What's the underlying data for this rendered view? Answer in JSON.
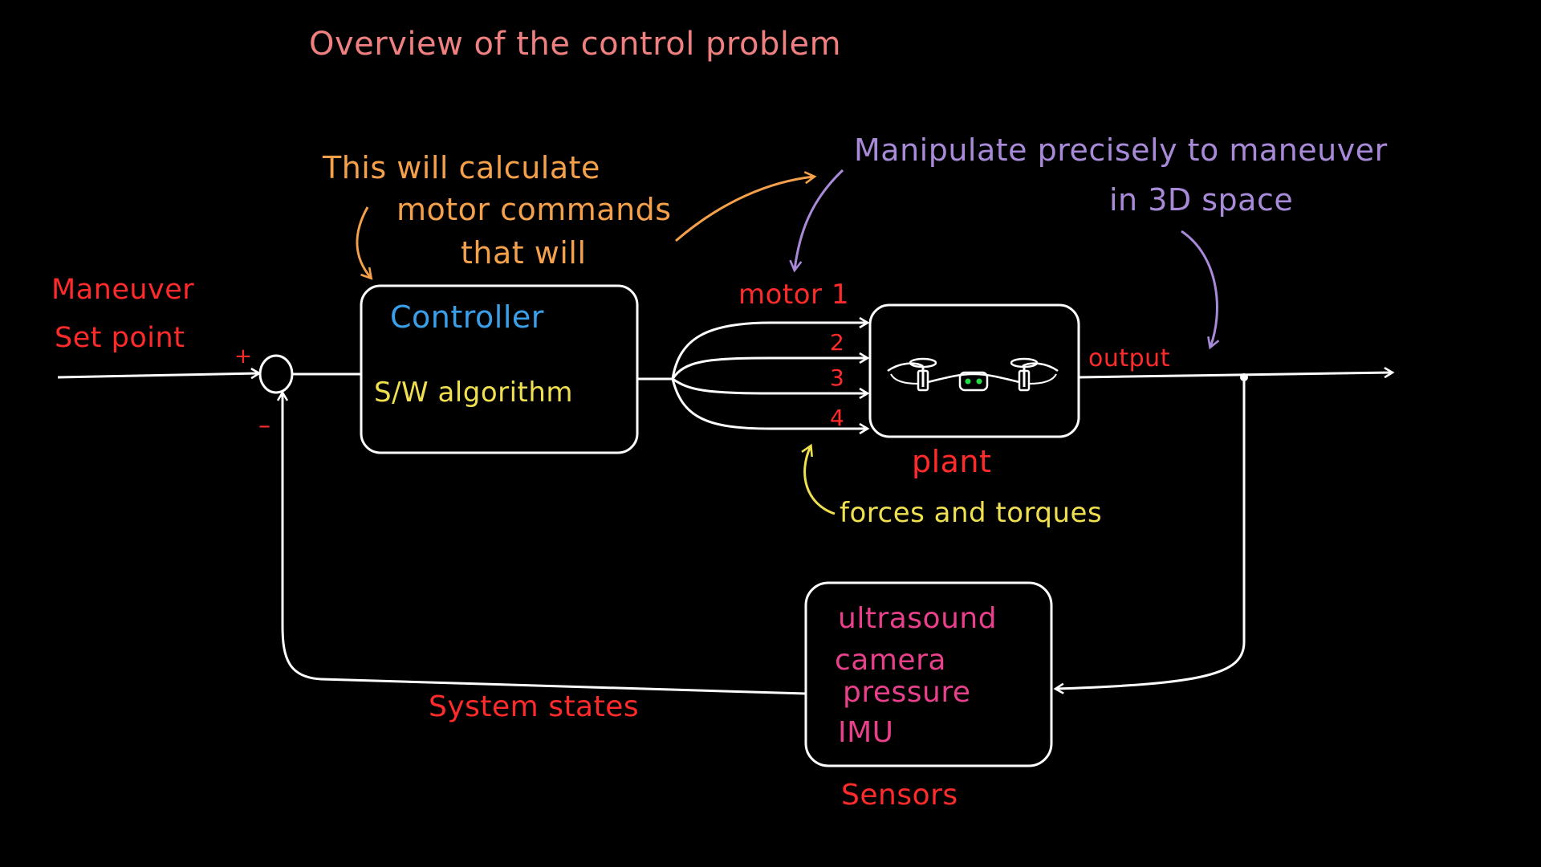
{
  "title": "Overview of the control problem",
  "labels": {
    "setpoint_line1": "Maneuver",
    "setpoint_line2": "Set point",
    "plus": "+",
    "minus": "–",
    "controller_title": "Controller",
    "controller_body": "S/W algorithm",
    "note_calc_line1": "This will calculate",
    "note_calc_line2": "motor commands",
    "note_calc_line3": "that will",
    "note_manip_line1": "Manipulate precisely to maneuver",
    "note_manip_line2": "in 3D space",
    "motor_1": "motor 1",
    "motor_2": "2",
    "motor_3": "3",
    "motor_4": "4",
    "output": "output",
    "plant": "plant",
    "forces": "forces and torques",
    "sensor_1": "ultrasound",
    "sensor_2": "camera",
    "sensor_3": "pressure",
    "sensor_4": "IMU",
    "sensors": "Sensors",
    "system_states": "System states"
  },
  "colors": {
    "background": "#000000",
    "lines": "#ffffff",
    "title": "#f08080",
    "red": "#ff2a2a",
    "orange": "#f5a04a",
    "blue": "#3a9fe8",
    "yellow": "#f0e050",
    "purple": "#a88ad8",
    "pink": "#e8408a",
    "drone_light": "#22dd44"
  },
  "icons": [
    "drone-icon"
  ]
}
